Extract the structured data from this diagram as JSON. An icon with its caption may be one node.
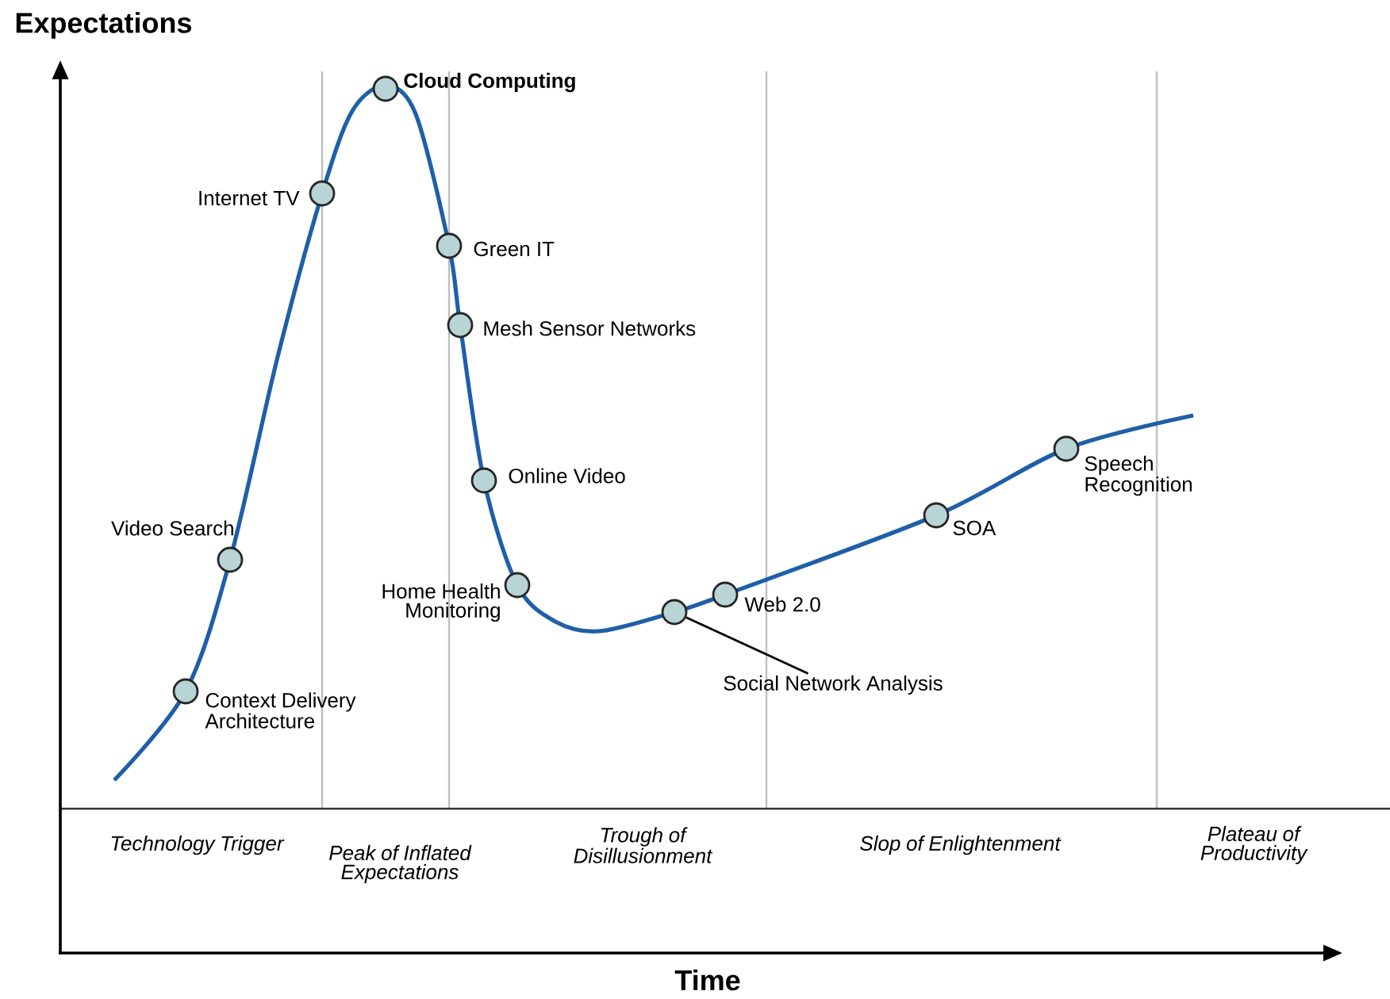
{
  "diagram": {
    "nodes": [
      {
        "text": [],
        "shape": "circle",
        "beside": [
          "Context Delivery Architecture"
        ]
      },
      {
        "text": [],
        "shape": "circle",
        "beside": [
          "Video Search"
        ]
      },
      {
        "text": [],
        "shape": "circle",
        "beside": [
          "Internet TV"
        ]
      },
      {
        "text": [],
        "shape": "circle",
        "beside": [
          "Cloud Computing"
        ]
      },
      {
        "text": [],
        "shape": "circle",
        "beside": [
          "Green IT"
        ]
      },
      {
        "text": [],
        "shape": "circle",
        "beside": [
          "Mesh Sensor Networks"
        ]
      },
      {
        "text": [],
        "shape": "circle",
        "beside": [
          "Online Video"
        ]
      },
      {
        "text": [],
        "shape": "circle",
        "beside": [
          "Home Health Monitoring"
        ]
      },
      {
        "text": [],
        "shape": "circle"
      },
      {
        "text": [],
        "shape": "circle",
        "beside": [
          "Web 2.0"
        ]
      },
      {
        "text": [],
        "shape": "circle",
        "beside": [
          "SOA"
        ]
      },
      {
        "text": [],
        "shape": "circle",
        "beside": [
          "Speech Recognition"
        ]
      },
      {
        "text": [
          "Social Network Analysis"
        ]
      }
    ],
    "edges": [
      {
        "from": 12,
        "to": 8,
        "arrow": "none"
      }
    ],
    "labels": [
      "Expectations",
      "Technology Trigger",
      "Peak of Inflated Expectations",
      "Trough of Disillusionment",
      "Slop of Enlightenment",
      "Plateau of Productivity",
      "Time"
    ]
  }
}
